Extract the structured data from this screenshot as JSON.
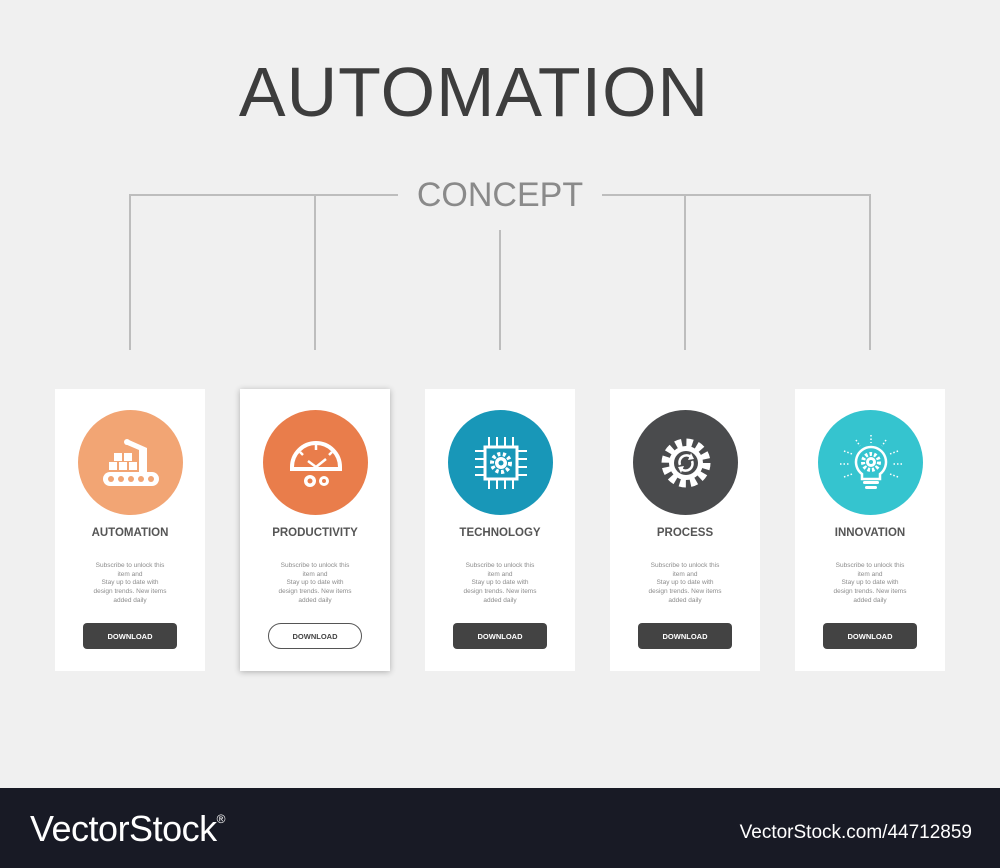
{
  "title": "AUTOMATION",
  "subtitle": "CONCEPT",
  "colors": {
    "card1": "#f2a574",
    "card2": "#e97d4b",
    "card3": "#1897b8",
    "card4": "#4a4b4d",
    "card5": "#35c4cf",
    "button": "#434343",
    "footer": "#181a25"
  },
  "cards": [
    {
      "label": "AUTOMATION",
      "icon": "conveyor-robot-icon",
      "description": "Subscribe to unlock this\nitem and\nStay up to date with\ndesign trends. New items\nadded daily",
      "button": "DOWNLOAD"
    },
    {
      "label": "PRODUCTIVITY",
      "icon": "gauge-gears-icon",
      "description": "Subscribe to unlock this\nitem and\nStay up to date with\ndesign trends. New items\nadded daily",
      "button": "DOWNLOAD"
    },
    {
      "label": "TECHNOLOGY",
      "icon": "chip-gear-icon",
      "description": "Subscribe to unlock this\nitem and\nStay up to date with\ndesign trends. New items\nadded daily",
      "button": "DOWNLOAD"
    },
    {
      "label": "PROCESS",
      "icon": "gear-cycle-icon",
      "description": "Subscribe to unlock this\nitem and\nStay up to date with\ndesign trends. New items\nadded daily",
      "button": "DOWNLOAD"
    },
    {
      "label": "INNOVATION",
      "icon": "lightbulb-gear-icon",
      "description": "Subscribe to unlock this\nitem and\nStay up to date with\ndesign trends. New items\nadded daily",
      "button": "DOWNLOAD"
    }
  ],
  "footer": {
    "brand": "VectorStock",
    "registered": "®",
    "image_id": "VectorStock.com/44712859"
  }
}
